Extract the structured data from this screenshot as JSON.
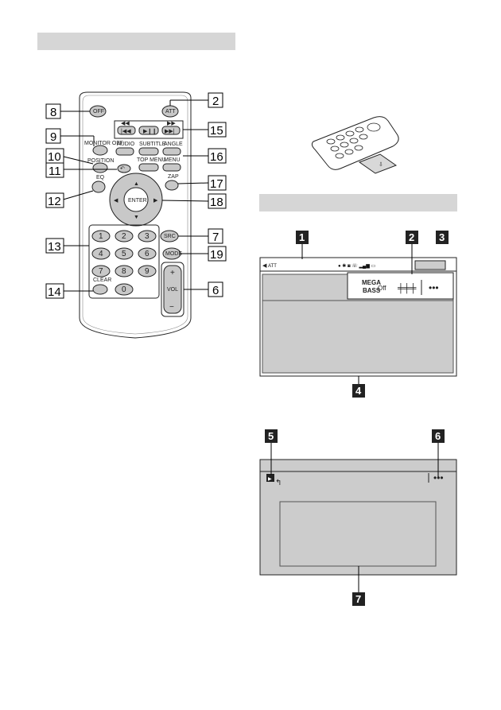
{
  "remote": {
    "off": "OFF",
    "att": "ATT",
    "monitor": "MONITOR OFF",
    "audio": "AUDIO",
    "subtitle": "SUBTITLE",
    "angle": "ANGLE",
    "position": "POSITION",
    "top_menu": "TOP MENU",
    "menu": "MENU",
    "eq": "EQ",
    "zap": "ZAP",
    "enter": "ENTER",
    "src": "SRC",
    "mode": "MODE",
    "clear": "CLEAR",
    "vol": "VOL",
    "plus": "+",
    "minus": "−",
    "digits": [
      "1",
      "2",
      "3",
      "4",
      "5",
      "6",
      "7",
      "8",
      "9",
      "0"
    ]
  },
  "callouts_remote": [
    "8",
    "2",
    "9",
    "15",
    "10",
    "16",
    "11",
    "12",
    "17",
    "18",
    "13",
    "7",
    "19",
    "14",
    "6"
  ],
  "screen1": {
    "att": "ATT",
    "mega": "MEGA",
    "bass": "BASS",
    "off": "Off",
    "more": "•••",
    "callouts": [
      "1",
      "2",
      "3",
      "4"
    ]
  },
  "screen2": {
    "more": "•••",
    "callouts": [
      "5",
      "6",
      "7"
    ]
  }
}
